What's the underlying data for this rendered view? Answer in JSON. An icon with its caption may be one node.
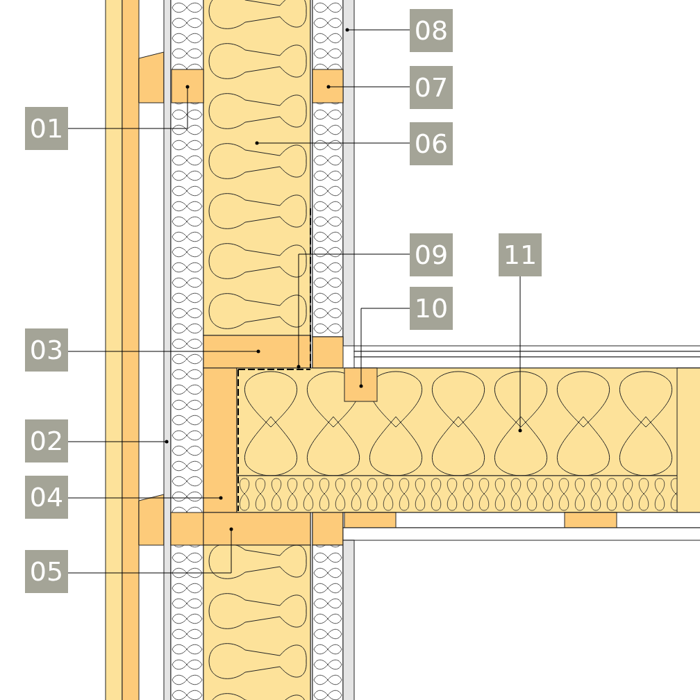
{
  "diagram": {
    "nodes": [
      {
        "text": [
          "01"
        ]
      },
      {
        "text": [
          "02"
        ]
      },
      {
        "text": [
          "03"
        ]
      },
      {
        "text": [
          "04"
        ]
      },
      {
        "text": [
          "05"
        ]
      },
      {
        "text": [
          "06"
        ]
      },
      {
        "text": [
          "07"
        ]
      },
      {
        "text": [
          "08"
        ]
      },
      {
        "text": [
          "09"
        ]
      },
      {
        "text": [
          "10"
        ]
      },
      {
        "text": [
          "11"
        ]
      }
    ],
    "edges": [
      {
        "from": 0,
        "to": null,
        "arrow": "other"
      },
      {
        "from": 1,
        "to": null,
        "arrow": "other"
      },
      {
        "from": 2,
        "to": null,
        "arrow": "other"
      },
      {
        "from": 3,
        "to": null,
        "arrow": "other"
      },
      {
        "from": 4,
        "to": null,
        "arrow": "other"
      },
      {
        "from": 5,
        "to": null,
        "arrow": "other"
      },
      {
        "from": 6,
        "to": null,
        "arrow": "other"
      },
      {
        "from": 7,
        "to": null,
        "arrow": "other"
      },
      {
        "from": 8,
        "to": null,
        "arrow": "other"
      },
      {
        "from": 9,
        "to": null,
        "arrow": "other"
      },
      {
        "from": 10,
        "to": null,
        "arrow": "other"
      }
    ]
  }
}
